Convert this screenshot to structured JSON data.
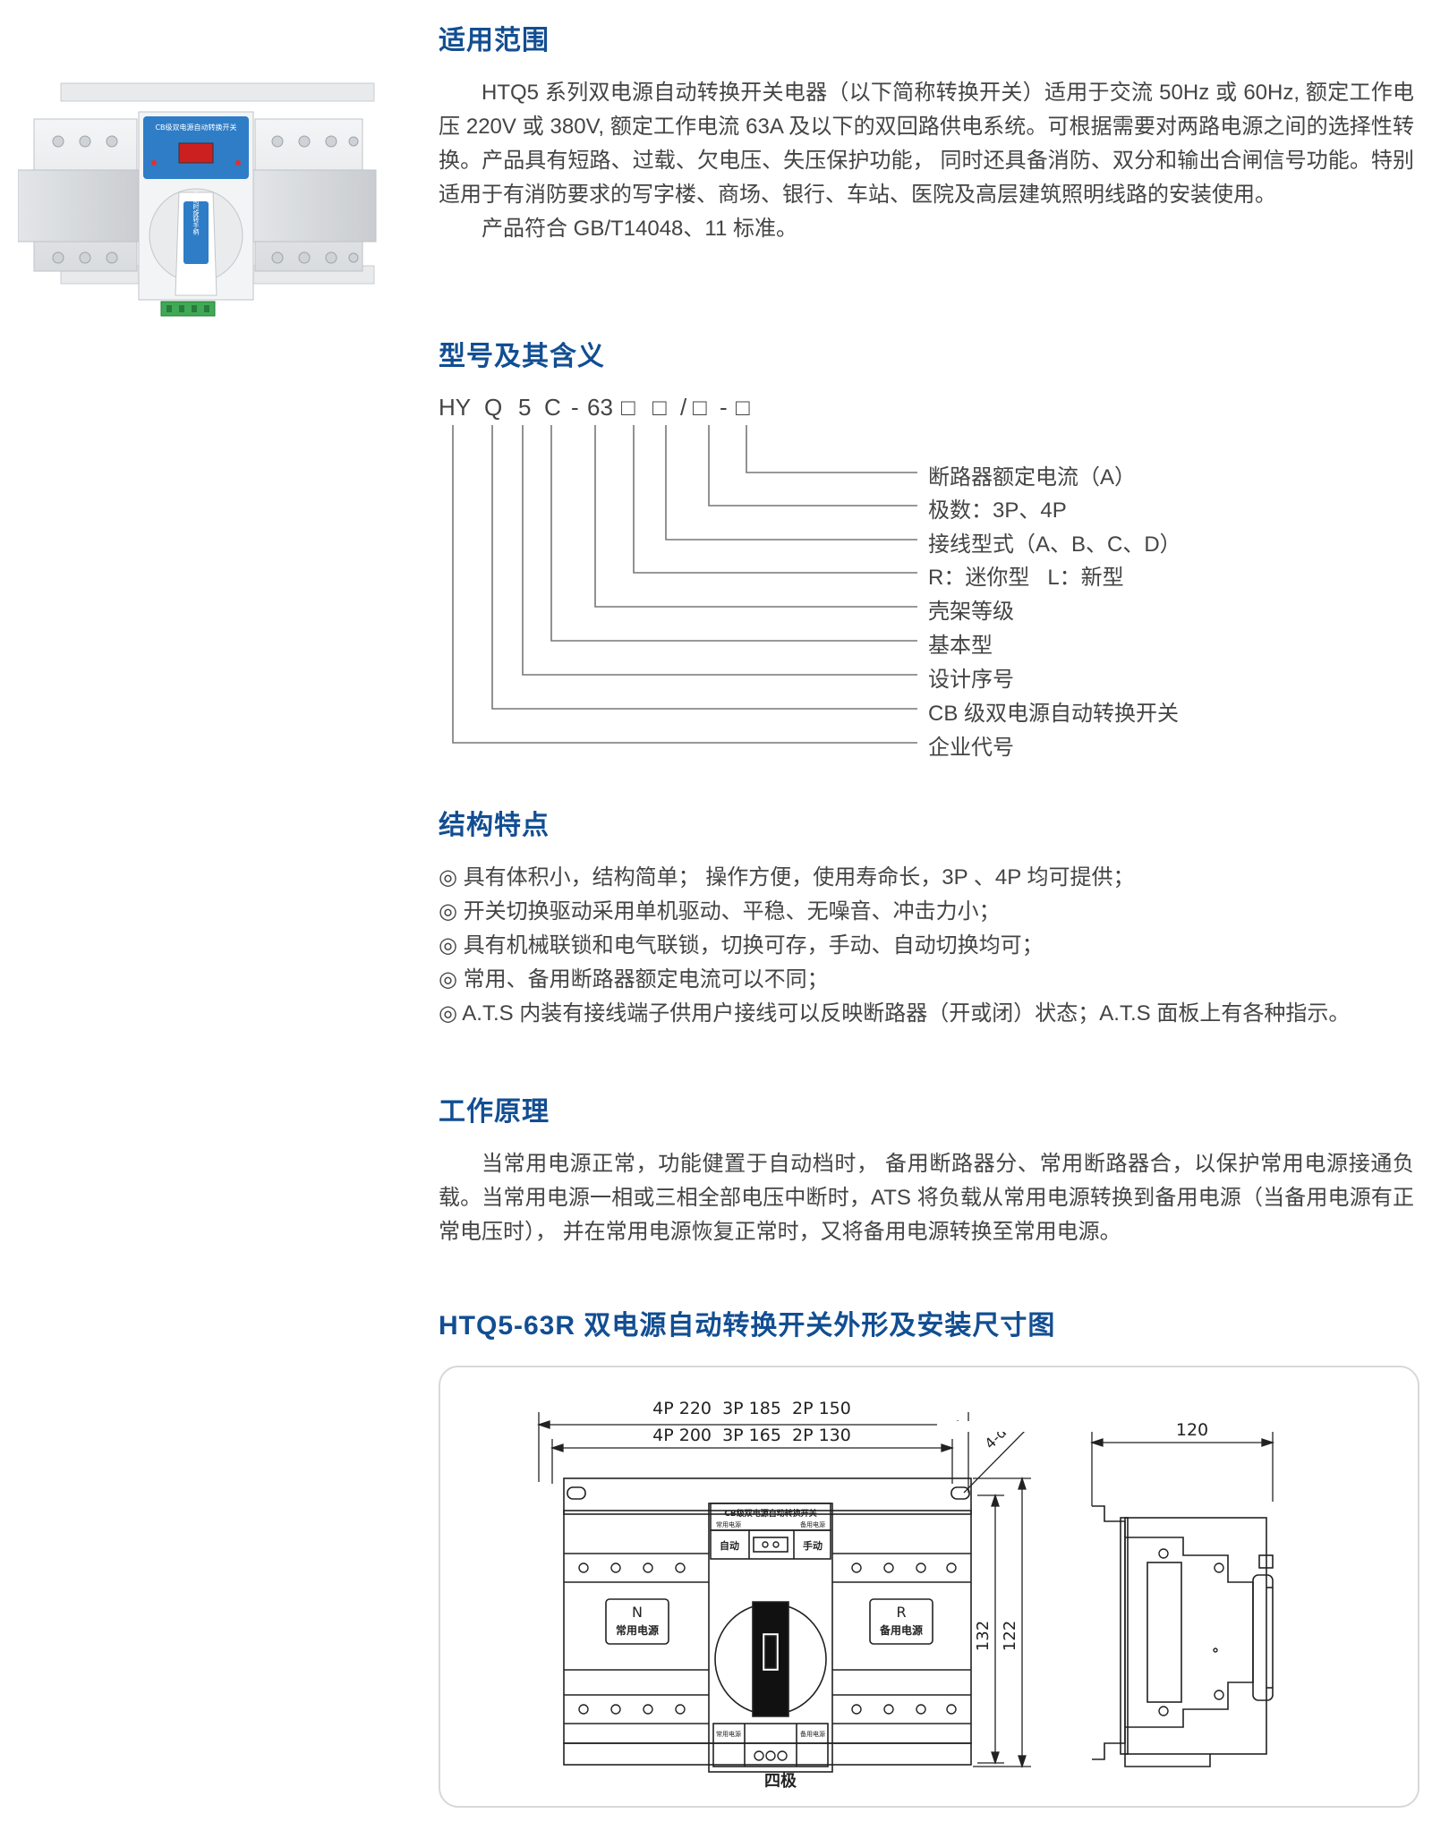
{
  "scope": {
    "title": "适用范围",
    "paragraph1": "HTQ5 系列双电源自动转换开关电器（以下简称转换开关）适用于交流 50Hz 或 60Hz, 额定工作电压 220V 或 380V, 额定工作电流 63A 及以下的双回路供电系统。可根据需要对两路电源之间的选择性转换。产品具有短路、过载、欠电压、失压保护功能， 同时还具备消防、双分和输出合闸信号功能。特别适用于有消防要求的写字楼、商场、银行、车站、医院及高层建筑照明线路的安装使用。",
    "paragraph2": "产品符合 GB/T14048、11 标准。"
  },
  "product_photo": {
    "panel_text": "CB级双电源自动转换开关",
    "handle_text": "手动时旋转手柄"
  },
  "model": {
    "title": "型号及其含义",
    "code_parts": [
      "HY",
      "Q",
      "5",
      "C",
      "-",
      "63",
      "□",
      "□",
      "/",
      "□",
      "-",
      "□"
    ],
    "meanings": [
      "断路器额定电流（A）",
      "极数：3P、4P",
      "接线型式（A、B、C、D）",
      "R：迷你型   L：新型",
      "壳架等级",
      "基本型",
      "设计序号",
      "CB 级双电源自动转换开关",
      "企业代号"
    ]
  },
  "features": {
    "title": "结构特点",
    "items": [
      "◎ 具有体积小，结构简单； 操作方便，使用寿命长，3P 、4P 均可提供；",
      "◎ 开关切换驱动采用单机驱动、平稳、无噪音、冲击力小；",
      "◎ 具有机械联锁和电气联锁，切换可存，手动、自动切换均可；",
      "◎ 常用、备用断路器额定电流可以不同；",
      "◎ A.T.S 内装有接线端子供用户接线可以反映断路器（开或闭）状态；A.T.S 面板上有各种指示。"
    ]
  },
  "principle": {
    "title": "工作原理",
    "paragraph": "当常用电源正常，功能健置于自动档时， 备用断路器分、常用断路器合，以保护常用电源接通负载。当常用电源一相或三相全部电压中断时，ATS 将负载从常用电源转换到备用电源（当备用电源有正常电压时）， 并在常用电源恢复正常时，又将备用电源转换至常用电源。"
  },
  "drawing": {
    "title": "HTQ5-63R 双电源自动转换开关外形及安装尺寸图",
    "dim_top1": "4P 220  3P 185  2P 150",
    "dim_top2": "4P 200  3P 165  2P 130",
    "hole_label": "4-d",
    "dim_height1": "132",
    "dim_height2": "122",
    "dim_depth": "120",
    "panel_title": "CB级双电源自动转换开关",
    "panel_left_small": "常用电源",
    "panel_right_small": "备用电源",
    "auto_label": "自动",
    "manual_label": "手动",
    "n_letter": "N",
    "n_label": "常用电源",
    "r_letter": "R",
    "r_label": "备用电源",
    "bottom_left": "常用电源",
    "bottom_right": "备用电源",
    "caption": "四极"
  },
  "colors": {
    "heading": "#124e92",
    "text": "#444444",
    "line": "#777777"
  }
}
